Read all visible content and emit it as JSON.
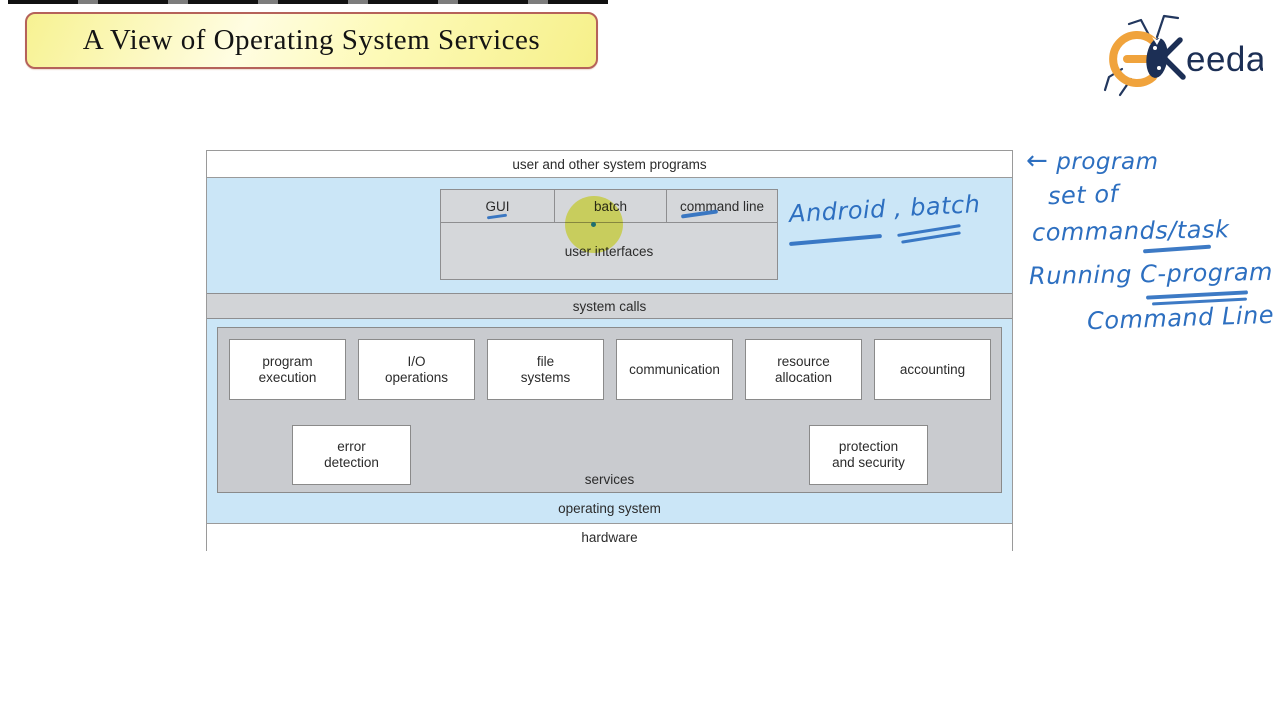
{
  "header": {
    "title": "A View of Operating System Services"
  },
  "logo": {
    "brand": "Keeda",
    "suffix": "eeda",
    "orange": "#F0A33C",
    "navy": "#1C2F55"
  },
  "diagram": {
    "top_bar_label": "user and other system programs",
    "ui_cells": [
      "GUI",
      "batch",
      "command line"
    ],
    "user_interfaces_label": "user interfaces",
    "system_calls_label": "system calls",
    "service_boxes": [
      "program execution",
      "I/O operations",
      "file systems",
      "communication",
      "resource allocation",
      "accounting"
    ],
    "error_detection_label": "error detection",
    "protection_label": "protection and security",
    "services_label": "services",
    "os_label": "operating system",
    "hardware_label": "hardware",
    "colors": {
      "band_blue": "#CBE6F7",
      "panel_gray": "#C9CBCF",
      "bar_gray": "#D2D4D7"
    }
  },
  "annotations": {
    "ink_color": "#2D6FC0",
    "android_batch": "Android , batch",
    "arrow": "←",
    "program_note": "program",
    "set_of": "set of",
    "commands_task": "commands/task",
    "running_c_program": "Running C-program",
    "command_line": "Command Line"
  },
  "highlight": {
    "color": "#EDF14D",
    "dot_color": "#1E6F6F"
  }
}
